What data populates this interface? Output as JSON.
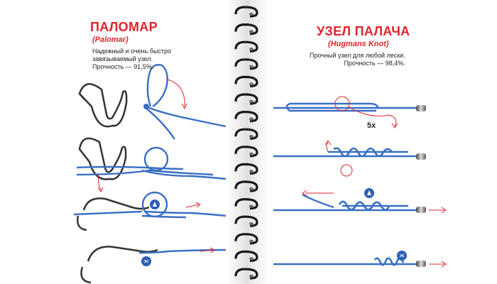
{
  "palomar": {
    "title": "ПАЛОМАР",
    "subtitle": "(Palomar)",
    "desc_line1": "Надежный и очень быстро",
    "desc_line2": "завязываемый узел.",
    "desc_line3": "Прочность — 91,5%."
  },
  "hugmans": {
    "title": "УЗЕЛ ПАЛАЧА",
    "subtitle": "(Hugmans Knot)",
    "desc_line1": "Прочный узел для любой лески.",
    "desc_line2": "Прочность — 98,4%.",
    "turns_label": "5x"
  },
  "colors": {
    "accent": "#e0242b",
    "line": "#3a6fc4",
    "hook": "#333333",
    "spiral": "#1a1a1a"
  }
}
